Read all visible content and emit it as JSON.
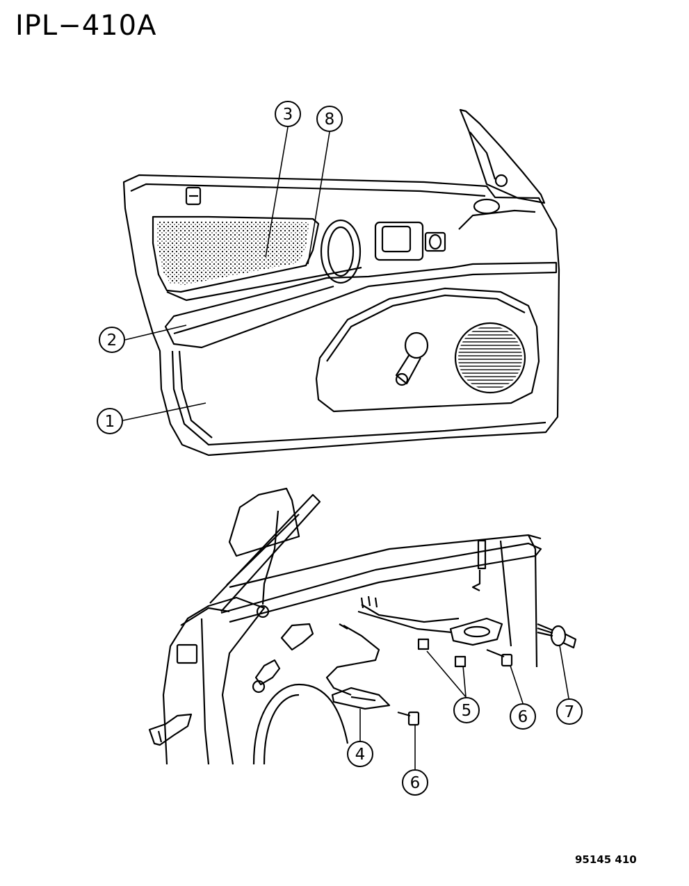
{
  "title": "IPL−410A",
  "figure_code": "95145 410",
  "callouts": [
    {
      "id": "c3",
      "label": "3"
    },
    {
      "id": "c8",
      "label": "8"
    },
    {
      "id": "c2",
      "label": "2"
    },
    {
      "id": "c1",
      "label": "1"
    },
    {
      "id": "c4",
      "label": "4"
    },
    {
      "id": "c5",
      "label": "5"
    },
    {
      "id": "c6a",
      "label": "6"
    },
    {
      "id": "c6b",
      "label": "6"
    },
    {
      "id": "c7",
      "label": "7"
    }
  ]
}
